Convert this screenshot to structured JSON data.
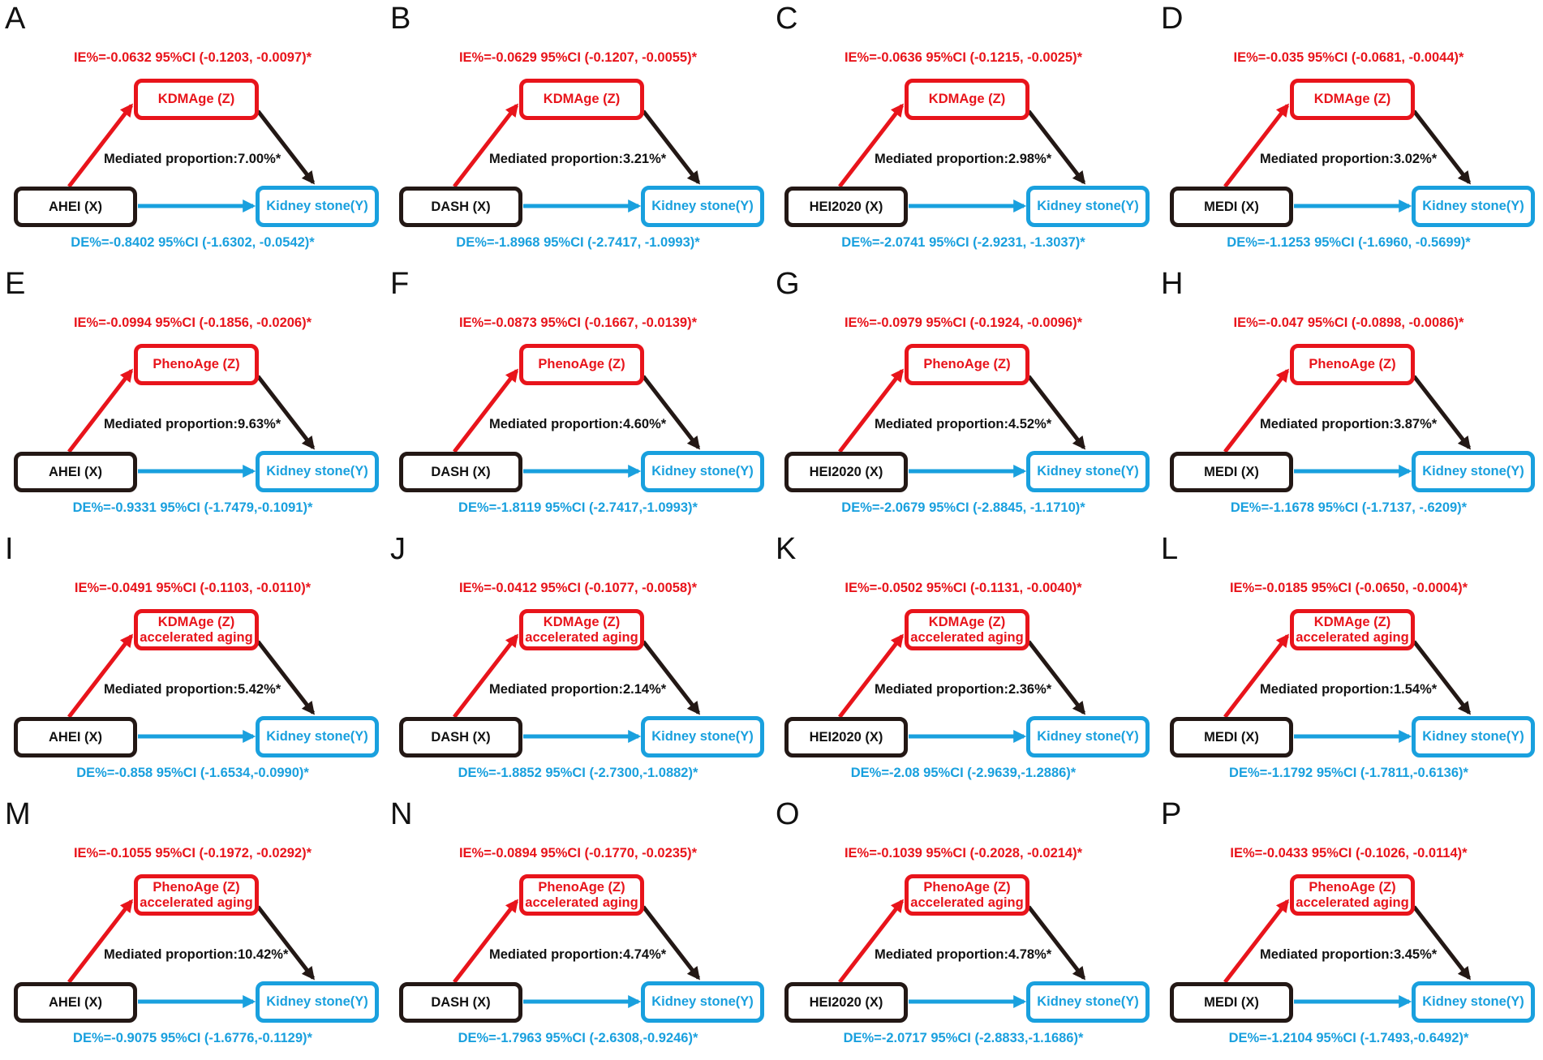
{
  "colors": {
    "mediator": "#e8141b",
    "direct": "#19a0de",
    "outcome_arrow": "#231815"
  },
  "outcome_label": "Kidney stone(Y)",
  "panels": [
    {
      "letter": "A",
      "x": "AHEI (X)",
      "z": [
        "KDMAge (Z)"
      ],
      "ie": "IE%=-0.0632 95%CI (-0.1203, -0.0097)*",
      "mp": "Mediated proportion:7.00%*",
      "de": "DE%=-0.8402 95%CI (-1.6302, -0.0542)*"
    },
    {
      "letter": "B",
      "x": "DASH (X)",
      "z": [
        "KDMAge (Z)"
      ],
      "ie": "IE%=-0.0629 95%CI (-0.1207, -0.0055)*",
      "mp": "Mediated proportion:3.21%*",
      "de": "DE%=-1.8968 95%CI (-2.7417, -1.0993)*"
    },
    {
      "letter": "C",
      "x": "HEI2020 (X)",
      "z": [
        "KDMAge (Z)"
      ],
      "ie": "IE%=-0.0636 95%CI (-0.1215, -0.0025)*",
      "mp": "Mediated proportion:2.98%*",
      "de": "DE%=-2.0741 95%CI (-2.9231, -1.3037)*"
    },
    {
      "letter": "D",
      "x": "MEDI (X)",
      "z": [
        "KDMAge (Z)"
      ],
      "ie": "IE%=-0.035 95%CI (-0.0681, -0.0044)*",
      "mp": "Mediated proportion:3.02%*",
      "de": "DE%=-1.1253 95%CI (-1.6960, -0.5699)*"
    },
    {
      "letter": "E",
      "x": "AHEI (X)",
      "z": [
        "PhenoAge (Z)"
      ],
      "ie": "IE%=-0.0994 95%CI (-0.1856, -0.0206)*",
      "mp": "Mediated proportion:9.63%*",
      "de": "DE%=-0.9331 95%CI (-1.7479,-0.1091)*"
    },
    {
      "letter": "F",
      "x": "DASH (X)",
      "z": [
        "PhenoAge (Z)"
      ],
      "ie": "IE%=-0.0873 95%CI (-0.1667, -0.0139)*",
      "mp": "Mediated proportion:4.60%*",
      "de": "DE%=-1.8119 95%CI (-2.7417,-1.0993)*"
    },
    {
      "letter": "G",
      "x": "HEI2020 (X)",
      "z": [
        "PhenoAge (Z)"
      ],
      "ie": "IE%=-0.0979 95%CI (-0.1924, -0.0096)*",
      "mp": "Mediated proportion:4.52%*",
      "de": "DE%=-2.0679 95%CI (-2.8845, -1.1710)*"
    },
    {
      "letter": "H",
      "x": "MEDI (X)",
      "z": [
        "PhenoAge (Z)"
      ],
      "ie": "IE%=-0.047 95%CI (-0.0898, -0.0086)*",
      "mp": "Mediated proportion:3.87%*",
      "de": "DE%=-1.1678 95%CI (-1.7137, -.6209)*"
    },
    {
      "letter": "I",
      "x": "AHEI (X)",
      "z": [
        "KDMAge (Z)",
        "accelerated aging"
      ],
      "ie": "IE%=-0.0491 95%CI (-0.1103, -0.0110)*",
      "mp": "Mediated proportion:5.42%*",
      "de": "DE%=-0.858 95%CI (-1.6534,-0.0990)*"
    },
    {
      "letter": "J",
      "x": "DASH (X)",
      "z": [
        "KDMAge (Z)",
        "accelerated aging"
      ],
      "ie": "IE%=-0.0412 95%CI (-0.1077, -0.0058)*",
      "mp": "Mediated proportion:2.14%*",
      "de": "DE%=-1.8852 95%CI (-2.7300,-1.0882)*"
    },
    {
      "letter": "K",
      "x": "HEI2020 (X)",
      "z": [
        "KDMAge (Z)",
        "accelerated aging"
      ],
      "ie": "IE%=-0.0502 95%CI (-0.1131, -0.0040)*",
      "mp": "Mediated proportion:2.36%*",
      "de": "DE%=-2.08 95%CI (-2.9639,-1.2886)*"
    },
    {
      "letter": "L",
      "x": "MEDI (X)",
      "z": [
        "KDMAge (Z)",
        "accelerated aging"
      ],
      "ie": "IE%=-0.0185 95%CI (-0.0650, -0.0004)*",
      "mp": "Mediated proportion:1.54%*",
      "de": "DE%=-1.1792 95%CI (-1.7811,-0.6136)*"
    },
    {
      "letter": "M",
      "x": "AHEI (X)",
      "z": [
        "PhenoAge (Z)",
        "accelerated aging"
      ],
      "ie": "IE%=-0.1055 95%CI (-0.1972, -0.0292)*",
      "mp": "Mediated proportion:10.42%*",
      "de": "DE%=-0.9075 95%CI (-1.6776,-0.1129)*"
    },
    {
      "letter": "N",
      "x": "DASH (X)",
      "z": [
        "PhenoAge (Z)",
        "accelerated aging"
      ],
      "ie": "IE%=-0.0894 95%CI (-0.1770, -0.0235)*",
      "mp": "Mediated proportion:4.74%*",
      "de": "DE%=-1.7963 95%CI (-2.6308,-0.9246)*"
    },
    {
      "letter": "O",
      "x": "HEI2020 (X)",
      "z": [
        "PhenoAge (Z)",
        "accelerated aging"
      ],
      "ie": "IE%=-0.1039 95%CI (-0.2028, -0.0214)*",
      "mp": "Mediated proportion:4.78%*",
      "de": "DE%=-2.0717 95%CI (-2.8833,-1.1686)*"
    },
    {
      "letter": "P",
      "x": "MEDI (X)",
      "z": [
        "PhenoAge (Z)",
        "accelerated aging"
      ],
      "ie": "IE%=-0.0433 95%CI (-0.1026, -0.0114)*",
      "mp": "Mediated proportion:3.45%*",
      "de": "DE%=-1.2104 95%CI (-1.7493,-0.6492)*"
    }
  ]
}
